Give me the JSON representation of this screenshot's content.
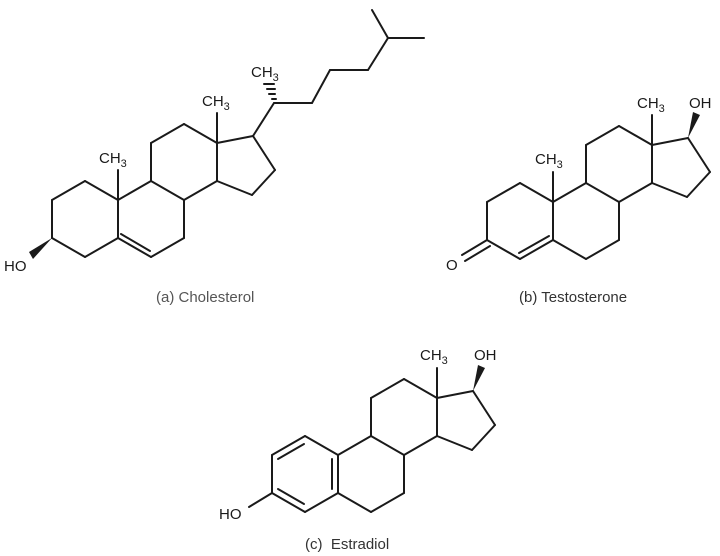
{
  "molecules": {
    "cholesterol": {
      "caption": "(a) Cholesterol",
      "labels": {
        "ho": "HO",
        "ch3_a": "CH3",
        "ch3_b": "CH3",
        "ch3_side": "CH3"
      }
    },
    "testosterone": {
      "caption": "(b) Testosterone",
      "labels": {
        "o": "O",
        "ch3_a": "CH3",
        "ch3_b": "CH3",
        "oh": "OH"
      }
    },
    "estradiol": {
      "caption": "(c)  Estradiol",
      "labels": {
        "ho": "HO",
        "ch3": "CH3",
        "oh": "OH"
      }
    }
  },
  "colors": {
    "ink": "#1a1a1a",
    "caption": "#555555"
  }
}
